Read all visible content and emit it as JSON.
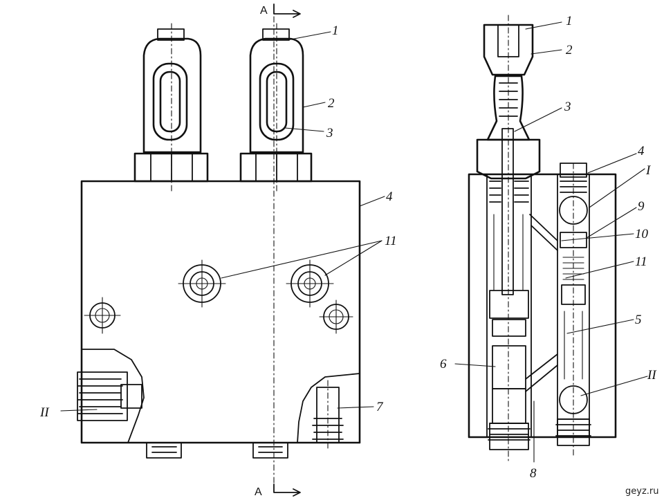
{
  "section_marks": {
    "top": "A",
    "bottom": "A"
  },
  "left_view_labels": {
    "l1": "1",
    "l2": "2",
    "l3": "3",
    "l4": "4",
    "l11": "11",
    "l7": "7",
    "lII": "II"
  },
  "right_view_labels": {
    "r1": "1",
    "r2": "2",
    "r3": "3",
    "r4": "4",
    "rI": "I",
    "r9": "9",
    "r10": "10",
    "r11": "11",
    "r5": "5",
    "r6": "6",
    "rII": "II",
    "r8": "8"
  },
  "watermark": "geyz.ru",
  "colors": {
    "ink": "#111111",
    "paper": "#ffffff"
  }
}
